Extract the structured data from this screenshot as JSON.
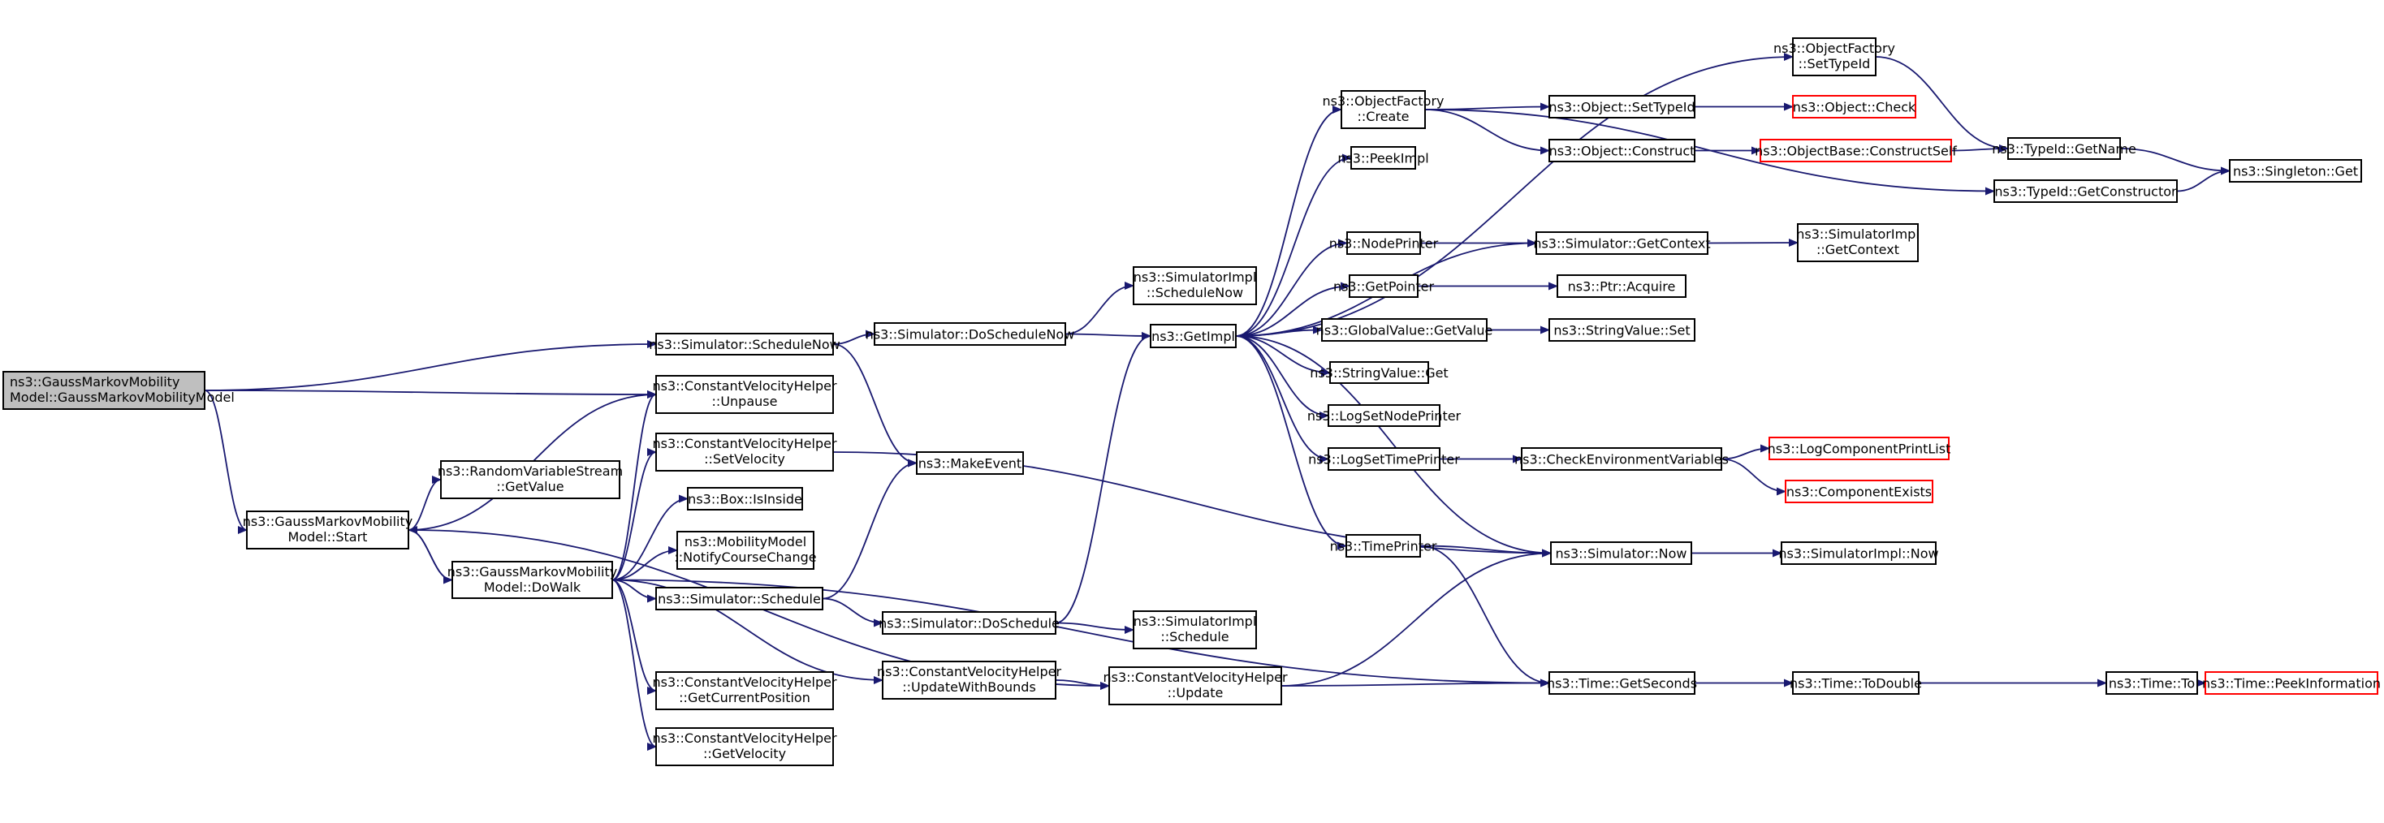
{
  "colors": {
    "edge": "#191970",
    "node_border": "#000000",
    "external_border": "#ff0000",
    "root_fill": "#bfbfbf"
  },
  "nodes": [
    {
      "id": "root",
      "lines": [
        "ns3::GaussMarkovMobility",
        "Model::GaussMarkovMobilityModel"
      ],
      "style": "root"
    },
    {
      "id": "start",
      "lines": [
        "ns3::GaussMarkovMobility",
        "Model::Start"
      ],
      "style": "normal"
    },
    {
      "id": "dowalk",
      "lines": [
        "ns3::GaussMarkovMobility",
        "Model::DoWalk"
      ],
      "style": "normal"
    },
    {
      "id": "sim_schednow",
      "lines": [
        "ns3::Simulator::ScheduleNow"
      ],
      "style": "normal"
    },
    {
      "id": "cvh_unpause",
      "lines": [
        "ns3::ConstantVelocityHelper",
        "::Unpause"
      ],
      "style": "normal"
    },
    {
      "id": "cvh_setvel",
      "lines": [
        "ns3::ConstantVelocityHelper",
        "::SetVelocity"
      ],
      "style": "normal"
    },
    {
      "id": "rvs_getvalue",
      "lines": [
        "ns3::RandomVariableStream",
        "::GetValue"
      ],
      "style": "normal"
    },
    {
      "id": "box_isinside",
      "lines": [
        "ns3::Box::IsInside"
      ],
      "style": "normal"
    },
    {
      "id": "mm_notify",
      "lines": [
        "ns3::MobilityModel",
        "::NotifyCourseChange"
      ],
      "style": "normal"
    },
    {
      "id": "sim_schedule",
      "lines": [
        "ns3::Simulator::Schedule"
      ],
      "style": "normal"
    },
    {
      "id": "cvh_getpos",
      "lines": [
        "ns3::ConstantVelocityHelper",
        "::GetCurrentPosition"
      ],
      "style": "normal"
    },
    {
      "id": "cvh_getvel",
      "lines": [
        "ns3::ConstantVelocityHelper",
        "::GetVelocity"
      ],
      "style": "normal"
    },
    {
      "id": "sim_doschednow",
      "lines": [
        "ns3::Simulator::DoScheduleNow"
      ],
      "style": "normal"
    },
    {
      "id": "makeevent",
      "lines": [
        "ns3::MakeEvent"
      ],
      "style": "normal"
    },
    {
      "id": "sim_dosched",
      "lines": [
        "ns3::Simulator::DoSchedule"
      ],
      "style": "normal"
    },
    {
      "id": "cvh_updbounds",
      "lines": [
        "ns3::ConstantVelocityHelper",
        "::UpdateWithBounds"
      ],
      "style": "normal"
    },
    {
      "id": "simimpl_schednow",
      "lines": [
        "ns3::SimulatorImpl",
        "::ScheduleNow"
      ],
      "style": "normal"
    },
    {
      "id": "getimpl",
      "lines": [
        "ns3::GetImpl"
      ],
      "style": "normal"
    },
    {
      "id": "simimpl_sched",
      "lines": [
        "ns3::SimulatorImpl",
        "::Schedule"
      ],
      "style": "normal"
    },
    {
      "id": "cvh_update",
      "lines": [
        "ns3::ConstantVelocityHelper",
        "::Update"
      ],
      "style": "normal"
    },
    {
      "id": "of_create",
      "lines": [
        "ns3::ObjectFactory",
        "::Create"
      ],
      "style": "normal"
    },
    {
      "id": "peekimpl",
      "lines": [
        "ns3::PeekImpl"
      ],
      "style": "normal"
    },
    {
      "id": "nodeprinter",
      "lines": [
        "ns3::NodePrinter"
      ],
      "style": "normal"
    },
    {
      "id": "getpointer",
      "lines": [
        "ns3::GetPointer"
      ],
      "style": "normal"
    },
    {
      "id": "gv_getvalue",
      "lines": [
        "ns3::GlobalValue::GetValue"
      ],
      "style": "normal"
    },
    {
      "id": "sv_get",
      "lines": [
        "ns3::StringValue::Get"
      ],
      "style": "normal"
    },
    {
      "id": "logsetnode",
      "lines": [
        "ns3::LogSetNodePrinter"
      ],
      "style": "normal"
    },
    {
      "id": "logsettime",
      "lines": [
        "ns3::LogSetTimePrinter"
      ],
      "style": "normal"
    },
    {
      "id": "timeprinter",
      "lines": [
        "ns3::TimePrinter"
      ],
      "style": "normal"
    },
    {
      "id": "obj_settypeid",
      "lines": [
        "ns3::Object::SetTypeId"
      ],
      "style": "normal"
    },
    {
      "id": "obj_construct",
      "lines": [
        "ns3::Object::Construct"
      ],
      "style": "normal"
    },
    {
      "id": "sim_getcontext",
      "lines": [
        "ns3::Simulator::GetContext"
      ],
      "style": "normal"
    },
    {
      "id": "ptr_acquire",
      "lines": [
        "ns3::Ptr::Acquire"
      ],
      "style": "normal"
    },
    {
      "id": "sv_set",
      "lines": [
        "ns3::StringValue::Set"
      ],
      "style": "normal"
    },
    {
      "id": "checkenv",
      "lines": [
        "ns3::CheckEnvironmentVariables"
      ],
      "style": "normal"
    },
    {
      "id": "sim_now",
      "lines": [
        "ns3::Simulator::Now"
      ],
      "style": "normal"
    },
    {
      "id": "time_getsec",
      "lines": [
        "ns3::Time::GetSeconds"
      ],
      "style": "normal"
    },
    {
      "id": "of_settypeid",
      "lines": [
        "ns3::ObjectFactory",
        "::SetTypeId"
      ],
      "style": "normal"
    },
    {
      "id": "obj_check",
      "lines": [
        "ns3::Object::Check"
      ],
      "style": "external"
    },
    {
      "id": "ob_constructself",
      "lines": [
        "ns3::ObjectBase::ConstructSelf"
      ],
      "style": "external"
    },
    {
      "id": "simimpl_getcontext",
      "lines": [
        "ns3::SimulatorImpl",
        "::GetContext"
      ],
      "style": "normal"
    },
    {
      "id": "logcomplist",
      "lines": [
        "ns3::LogComponentPrintList"
      ],
      "style": "external"
    },
    {
      "id": "compexists",
      "lines": [
        "ns3::ComponentExists"
      ],
      "style": "external"
    },
    {
      "id": "simimpl_now",
      "lines": [
        "ns3::SimulatorImpl::Now"
      ],
      "style": "normal"
    },
    {
      "id": "time_todouble",
      "lines": [
        "ns3::Time::ToDouble"
      ],
      "style": "normal"
    },
    {
      "id": "typeid_getname",
      "lines": [
        "ns3::TypeId::GetName"
      ],
      "style": "normal"
    },
    {
      "id": "typeid_getctor",
      "lines": [
        "ns3::TypeId::GetConstructor"
      ],
      "style": "normal"
    },
    {
      "id": "time_to",
      "lines": [
        "ns3::Time::To"
      ],
      "style": "normal"
    },
    {
      "id": "singleton_get",
      "lines": [
        "ns3::Singleton::Get"
      ],
      "style": "normal"
    },
    {
      "id": "time_peekinfo",
      "lines": [
        "ns3::Time::PeekInformation"
      ],
      "style": "external"
    }
  ],
  "edges": [
    [
      "root",
      "sim_schednow"
    ],
    [
      "root",
      "cvh_unpause"
    ],
    [
      "root",
      "start"
    ],
    [
      "start",
      "cvh_unpause"
    ],
    [
      "start",
      "rvs_getvalue"
    ],
    [
      "start",
      "dowalk"
    ],
    [
      "start",
      "cvh_update"
    ],
    [
      "dowalk",
      "start"
    ],
    [
      "dowalk",
      "cvh_unpause"
    ],
    [
      "dowalk",
      "cvh_setvel"
    ],
    [
      "dowalk",
      "box_isinside"
    ],
    [
      "dowalk",
      "mm_notify"
    ],
    [
      "dowalk",
      "sim_schedule"
    ],
    [
      "dowalk",
      "cvh_updbounds"
    ],
    [
      "dowalk",
      "cvh_getpos"
    ],
    [
      "dowalk",
      "cvh_getvel"
    ],
    [
      "dowalk",
      "time_getsec"
    ],
    [
      "sim_schednow",
      "sim_doschednow"
    ],
    [
      "sim_schednow",
      "makeevent"
    ],
    [
      "sim_doschednow",
      "simimpl_schednow"
    ],
    [
      "sim_doschednow",
      "getimpl"
    ],
    [
      "sim_schedule",
      "makeevent"
    ],
    [
      "sim_schedule",
      "sim_dosched"
    ],
    [
      "sim_dosched",
      "getimpl"
    ],
    [
      "sim_dosched",
      "simimpl_sched"
    ],
    [
      "cvh_updbounds",
      "cvh_update"
    ],
    [
      "cvh_setvel",
      "sim_now"
    ],
    [
      "cvh_update",
      "sim_now"
    ],
    [
      "cvh_update",
      "time_getsec"
    ],
    [
      "getimpl",
      "of_settypeid"
    ],
    [
      "getimpl",
      "of_create"
    ],
    [
      "getimpl",
      "peekimpl"
    ],
    [
      "getimpl",
      "sim_getcontext"
    ],
    [
      "getimpl",
      "nodeprinter"
    ],
    [
      "getimpl",
      "getpointer"
    ],
    [
      "getimpl",
      "gv_getvalue"
    ],
    [
      "getimpl",
      "sv_get"
    ],
    [
      "getimpl",
      "logsetnode"
    ],
    [
      "getimpl",
      "logsettime"
    ],
    [
      "getimpl",
      "timeprinter"
    ],
    [
      "getimpl",
      "sim_now"
    ],
    [
      "of_create",
      "obj_settypeid"
    ],
    [
      "of_create",
      "obj_construct"
    ],
    [
      "of_create",
      "typeid_getctor"
    ],
    [
      "obj_settypeid",
      "obj_check"
    ],
    [
      "obj_construct",
      "ob_constructself"
    ],
    [
      "ob_constructself",
      "typeid_getname"
    ],
    [
      "of_settypeid",
      "typeid_getname"
    ],
    [
      "typeid_getname",
      "singleton_get"
    ],
    [
      "typeid_getctor",
      "singleton_get"
    ],
    [
      "nodeprinter",
      "sim_getcontext"
    ],
    [
      "sim_getcontext",
      "simimpl_getcontext"
    ],
    [
      "getpointer",
      "ptr_acquire"
    ],
    [
      "gv_getvalue",
      "sv_set"
    ],
    [
      "logsettime",
      "checkenv"
    ],
    [
      "checkenv",
      "logcomplist"
    ],
    [
      "checkenv",
      "compexists"
    ],
    [
      "timeprinter",
      "sim_now"
    ],
    [
      "timeprinter",
      "time_getsec"
    ],
    [
      "sim_now",
      "simimpl_now"
    ],
    [
      "time_getsec",
      "time_todouble"
    ],
    [
      "time_todouble",
      "time_to"
    ],
    [
      "time_to",
      "time_peekinfo"
    ]
  ]
}
